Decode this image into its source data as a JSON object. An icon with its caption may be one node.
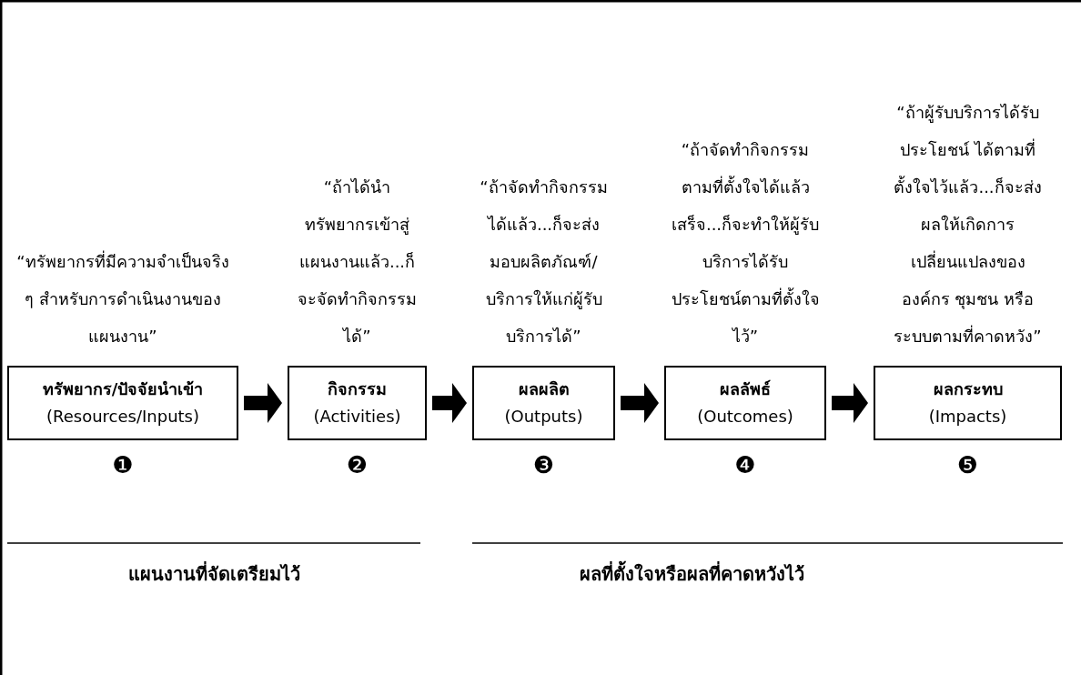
{
  "diagram": {
    "nodes": [
      {
        "text": [
          "ทรัพยากร/ปัจจัยนำเข้า",
          "(Resources/Inputs)"
        ],
        "beside": [
          "“ทรัพยากรที่มีความจำเป็นจริง ๆ สำหรับการดำเนินงานของแผนงาน”",
          "❶"
        ]
      },
      {
        "text": [
          "กิจกรรม",
          "(Activities)"
        ],
        "beside": [
          "“ถ้าได้นำทรัพยากรเข้าสู่แผนงานแล้ว...ก็จะจัดทำกิจกรรมได้”",
          "❷"
        ]
      },
      {
        "text": [
          "ผลผลิต",
          "(Outputs)"
        ],
        "beside": [
          "“ถ้าจัดทำกิจกรรมได้แล้ว...ก็จะส่งมอบผลิตภัณฑ์/บริการให้แก่ผู้รับบริการได้”",
          "❸"
        ]
      },
      {
        "text": [
          "ผลลัพธ์",
          "(Outcomes)"
        ],
        "beside": [
          "“ถ้าจัดทำกิจกรรมตามที่ตั้งใจได้แล้วเสร็จ...ก็จะทำให้ผู้รับบริการได้รับประโยชน์ตามที่ตั้งใจไว้”",
          "❹"
        ]
      },
      {
        "text": [
          "ผลกระทบ",
          "(Impacts)"
        ],
        "beside": [
          "“ถ้าผู้รับบริการได้รับประโยชน์ ได้ตามที่ตั้งใจไว้แล้ว...ก็จะส่งผลให้เกิดการเปลี่ยนแปลงขององค์กร ชุมชน หรือระบบตามที่คาดหวัง”",
          "❺"
        ]
      }
    ],
    "edges": [
      {
        "from": 0,
        "to": 1,
        "arrow": "to"
      },
      {
        "from": 1,
        "to": 2,
        "arrow": "to"
      },
      {
        "from": 2,
        "to": 3,
        "arrow": "to"
      },
      {
        "from": 3,
        "to": 4,
        "arrow": "to"
      }
    ],
    "labels": [
      "แผนงานที่จัดเตรียมไว้",
      "ผลที่ตั้งใจหรือผลที่คาดหวังไว้"
    ]
  }
}
